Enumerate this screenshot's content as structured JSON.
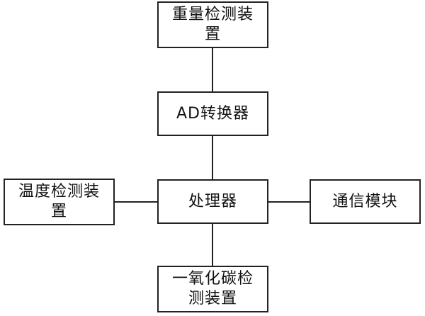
{
  "diagram": {
    "nodes": {
      "weight_sensor": "重量检测装置",
      "ad_converter": "AD转换器",
      "processor": "处理器",
      "temperature_sensor": "温度检测装置",
      "communication_module": "通信模块",
      "co_sensor": "一氧化碳检测装置"
    },
    "edges": [
      {
        "from": "weight_sensor",
        "to": "ad_converter"
      },
      {
        "from": "ad_converter",
        "to": "processor"
      },
      {
        "from": "temperature_sensor",
        "to": "processor"
      },
      {
        "from": "processor",
        "to": "communication_module"
      },
      {
        "from": "processor",
        "to": "co_sensor"
      }
    ],
    "colors": {
      "line": "#222222",
      "box_border": "#222222",
      "background": "#ffffff"
    }
  }
}
